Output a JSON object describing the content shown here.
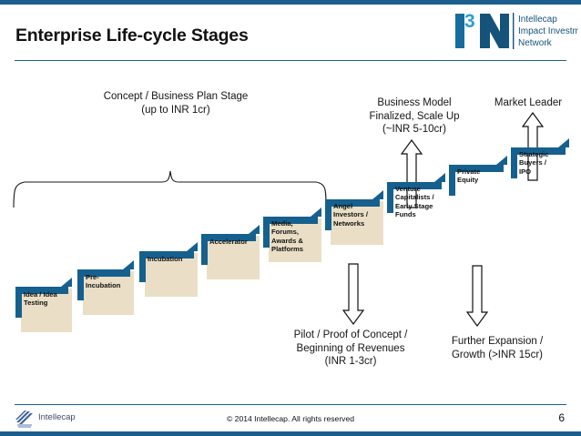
{
  "slide": {
    "title": "Enterprise Life-cycle Stages",
    "page_number": "6",
    "copyright": "© 2014 Intellecap. All rights reserved"
  },
  "brand": {
    "i3n_mark": "I3N",
    "i3n_line1": "Intellecap",
    "i3n_line2": "Impact Investment",
    "i3n_line3": "Network",
    "footer_logo_text": "Intellecap"
  },
  "colors": {
    "accent_blue": "#1c5f8e",
    "step_blue": "#15608E",
    "step_beige": "#EADFC6",
    "text": "#111111"
  },
  "annotations": {
    "top_left": "Concept / Business Plan Stage\n(up to INR 1cr)",
    "top_mid": "Business Model\nFinalized, Scale Up\n(~INR 5-10cr)",
    "top_right": "Market Leader",
    "bottom_left": "Pilot / Proof of Concept /\nBeginning of Revenues\n(INR 1-3cr)",
    "bottom_right": "Further Expansion /\nGrowth (>INR 15cr)"
  },
  "steps": [
    {
      "id": "idea-testing",
      "label": "Idea / Idea\nTesting"
    },
    {
      "id": "pre-incubation",
      "label": "Pre-\nIncubation"
    },
    {
      "id": "incubation",
      "label": "Incubation"
    },
    {
      "id": "accelerator",
      "label": "Accelerator"
    },
    {
      "id": "media-forums",
      "label": "Media,\nForums,\nAwards &\nPlatforms"
    },
    {
      "id": "angel-investors",
      "label": "Angel\nInvestors /\nNetworks"
    },
    {
      "id": "venture-capitalists",
      "label": "Venture\nCapitalists /\nEarly Stage\nFunds"
    },
    {
      "id": "private-equity",
      "label": "Private\nEquity"
    },
    {
      "id": "strategic-buyers",
      "label": "Strategic\nBuyers /\nIPO"
    }
  ]
}
